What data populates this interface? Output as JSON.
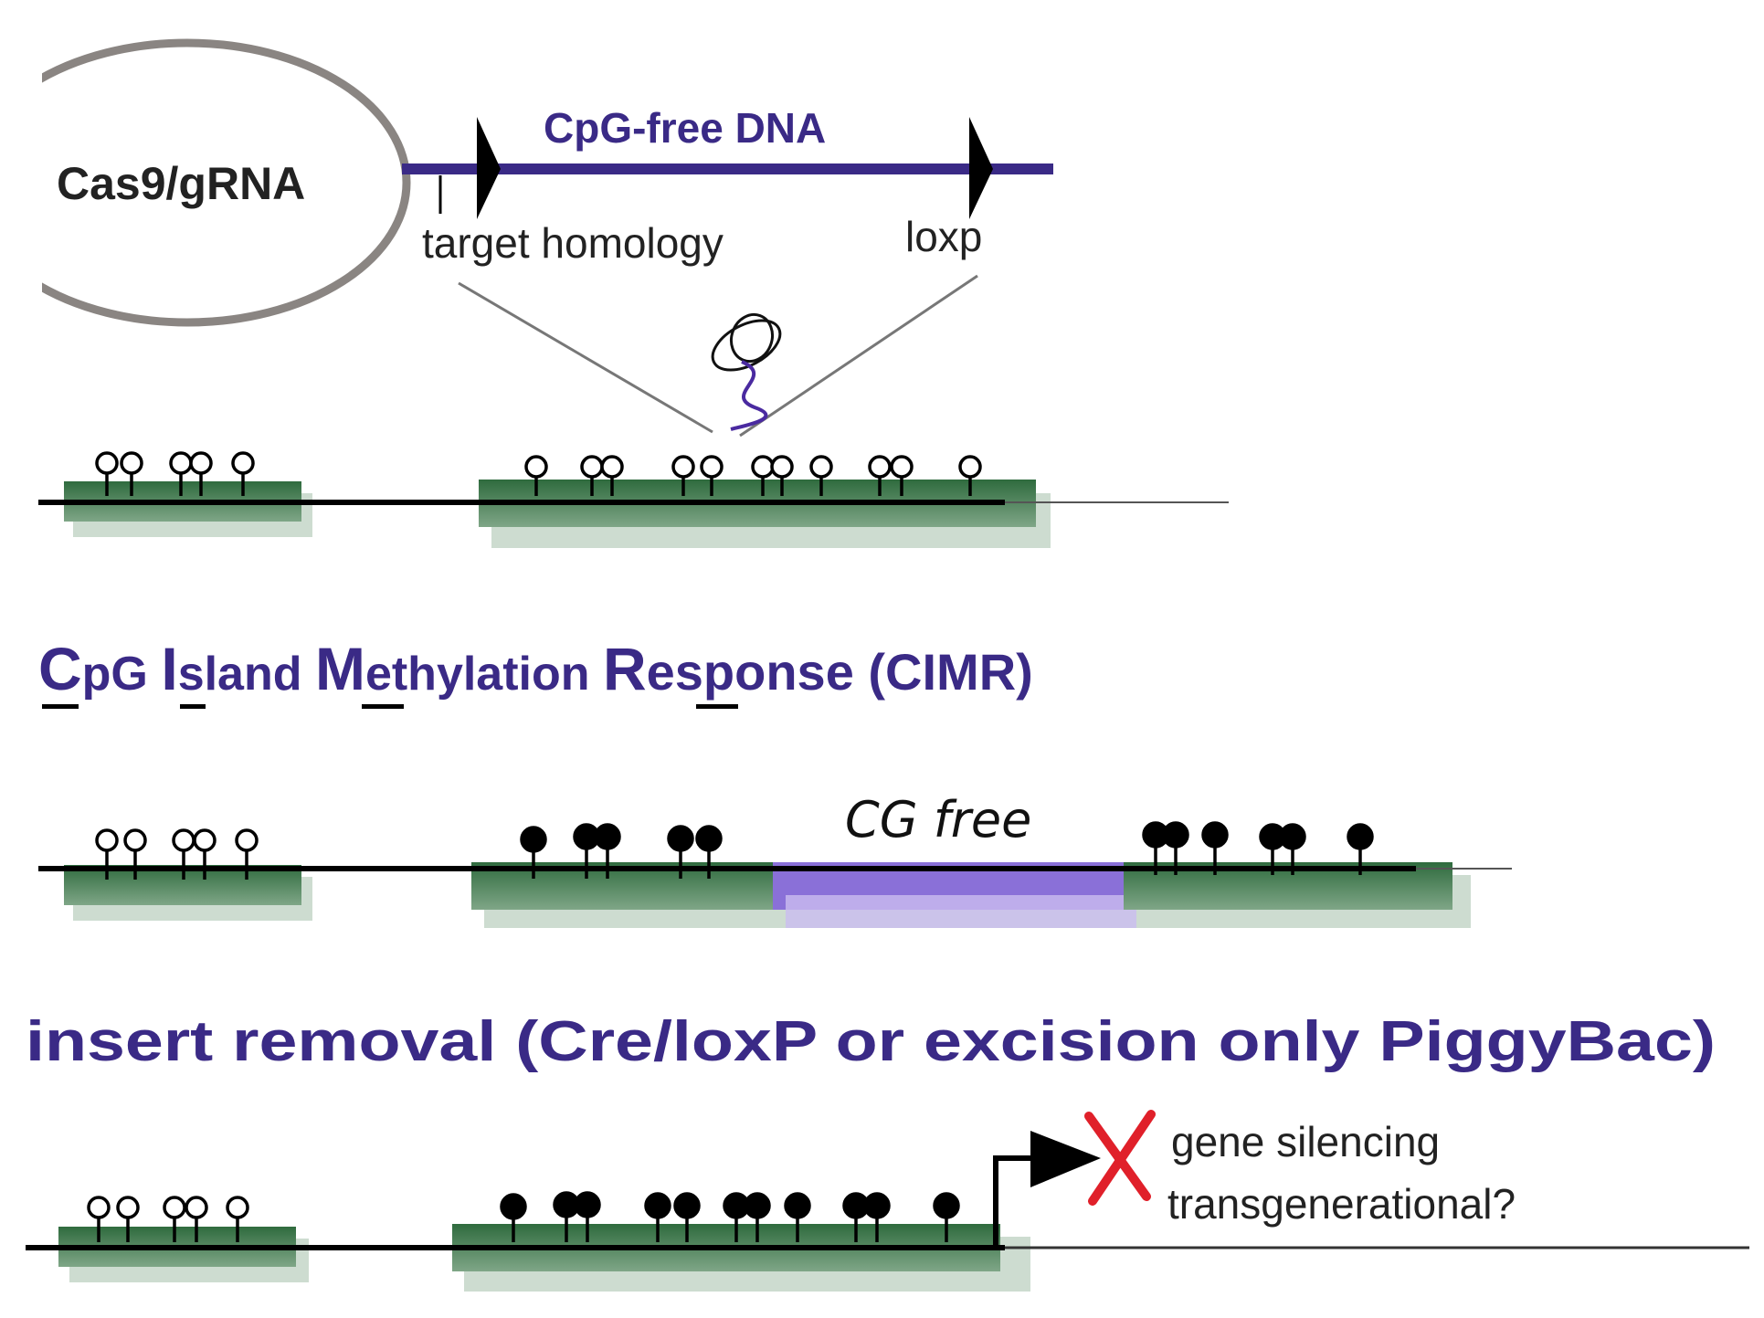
{
  "colors": {
    "purple": "#3a2a86",
    "green": "#2f6b3e",
    "ellipse": "#8a8582",
    "red": "#e0202a",
    "dark_text": "#222222"
  },
  "construct": {
    "cas9_label": "Cas9/gRNA",
    "insert_label": "CpG-free DNA",
    "homology_label": "target homology",
    "loxp_label": "loxp"
  },
  "cimr": {
    "title_parts": [
      {
        "text": "C",
        "underlined": true
      },
      {
        "text": "pG ",
        "underlined": false
      },
      {
        "text": "I",
        "underlined": true
      },
      {
        "text": "sland ",
        "underlined": false
      },
      {
        "text": "M",
        "underlined": true
      },
      {
        "text": "ethylation ",
        "underlined": false
      },
      {
        "text": "R",
        "underlined": true
      },
      {
        "text": "esponse (CIMR)",
        "underlined": false
      }
    ],
    "cg_free_label": "CG free"
  },
  "removal": {
    "title": "insert removal (Cre/loxP or excision only PiggyBac)",
    "silencing_line1": "gene silencing",
    "silencing_line2": "transgenerational?"
  },
  "icons": [
    "cpg-unmethylated-icon",
    "cpg-methylated-icon",
    "transcription-start-arrow-icon",
    "x-mark-icon",
    "dna-loop-icon"
  ]
}
